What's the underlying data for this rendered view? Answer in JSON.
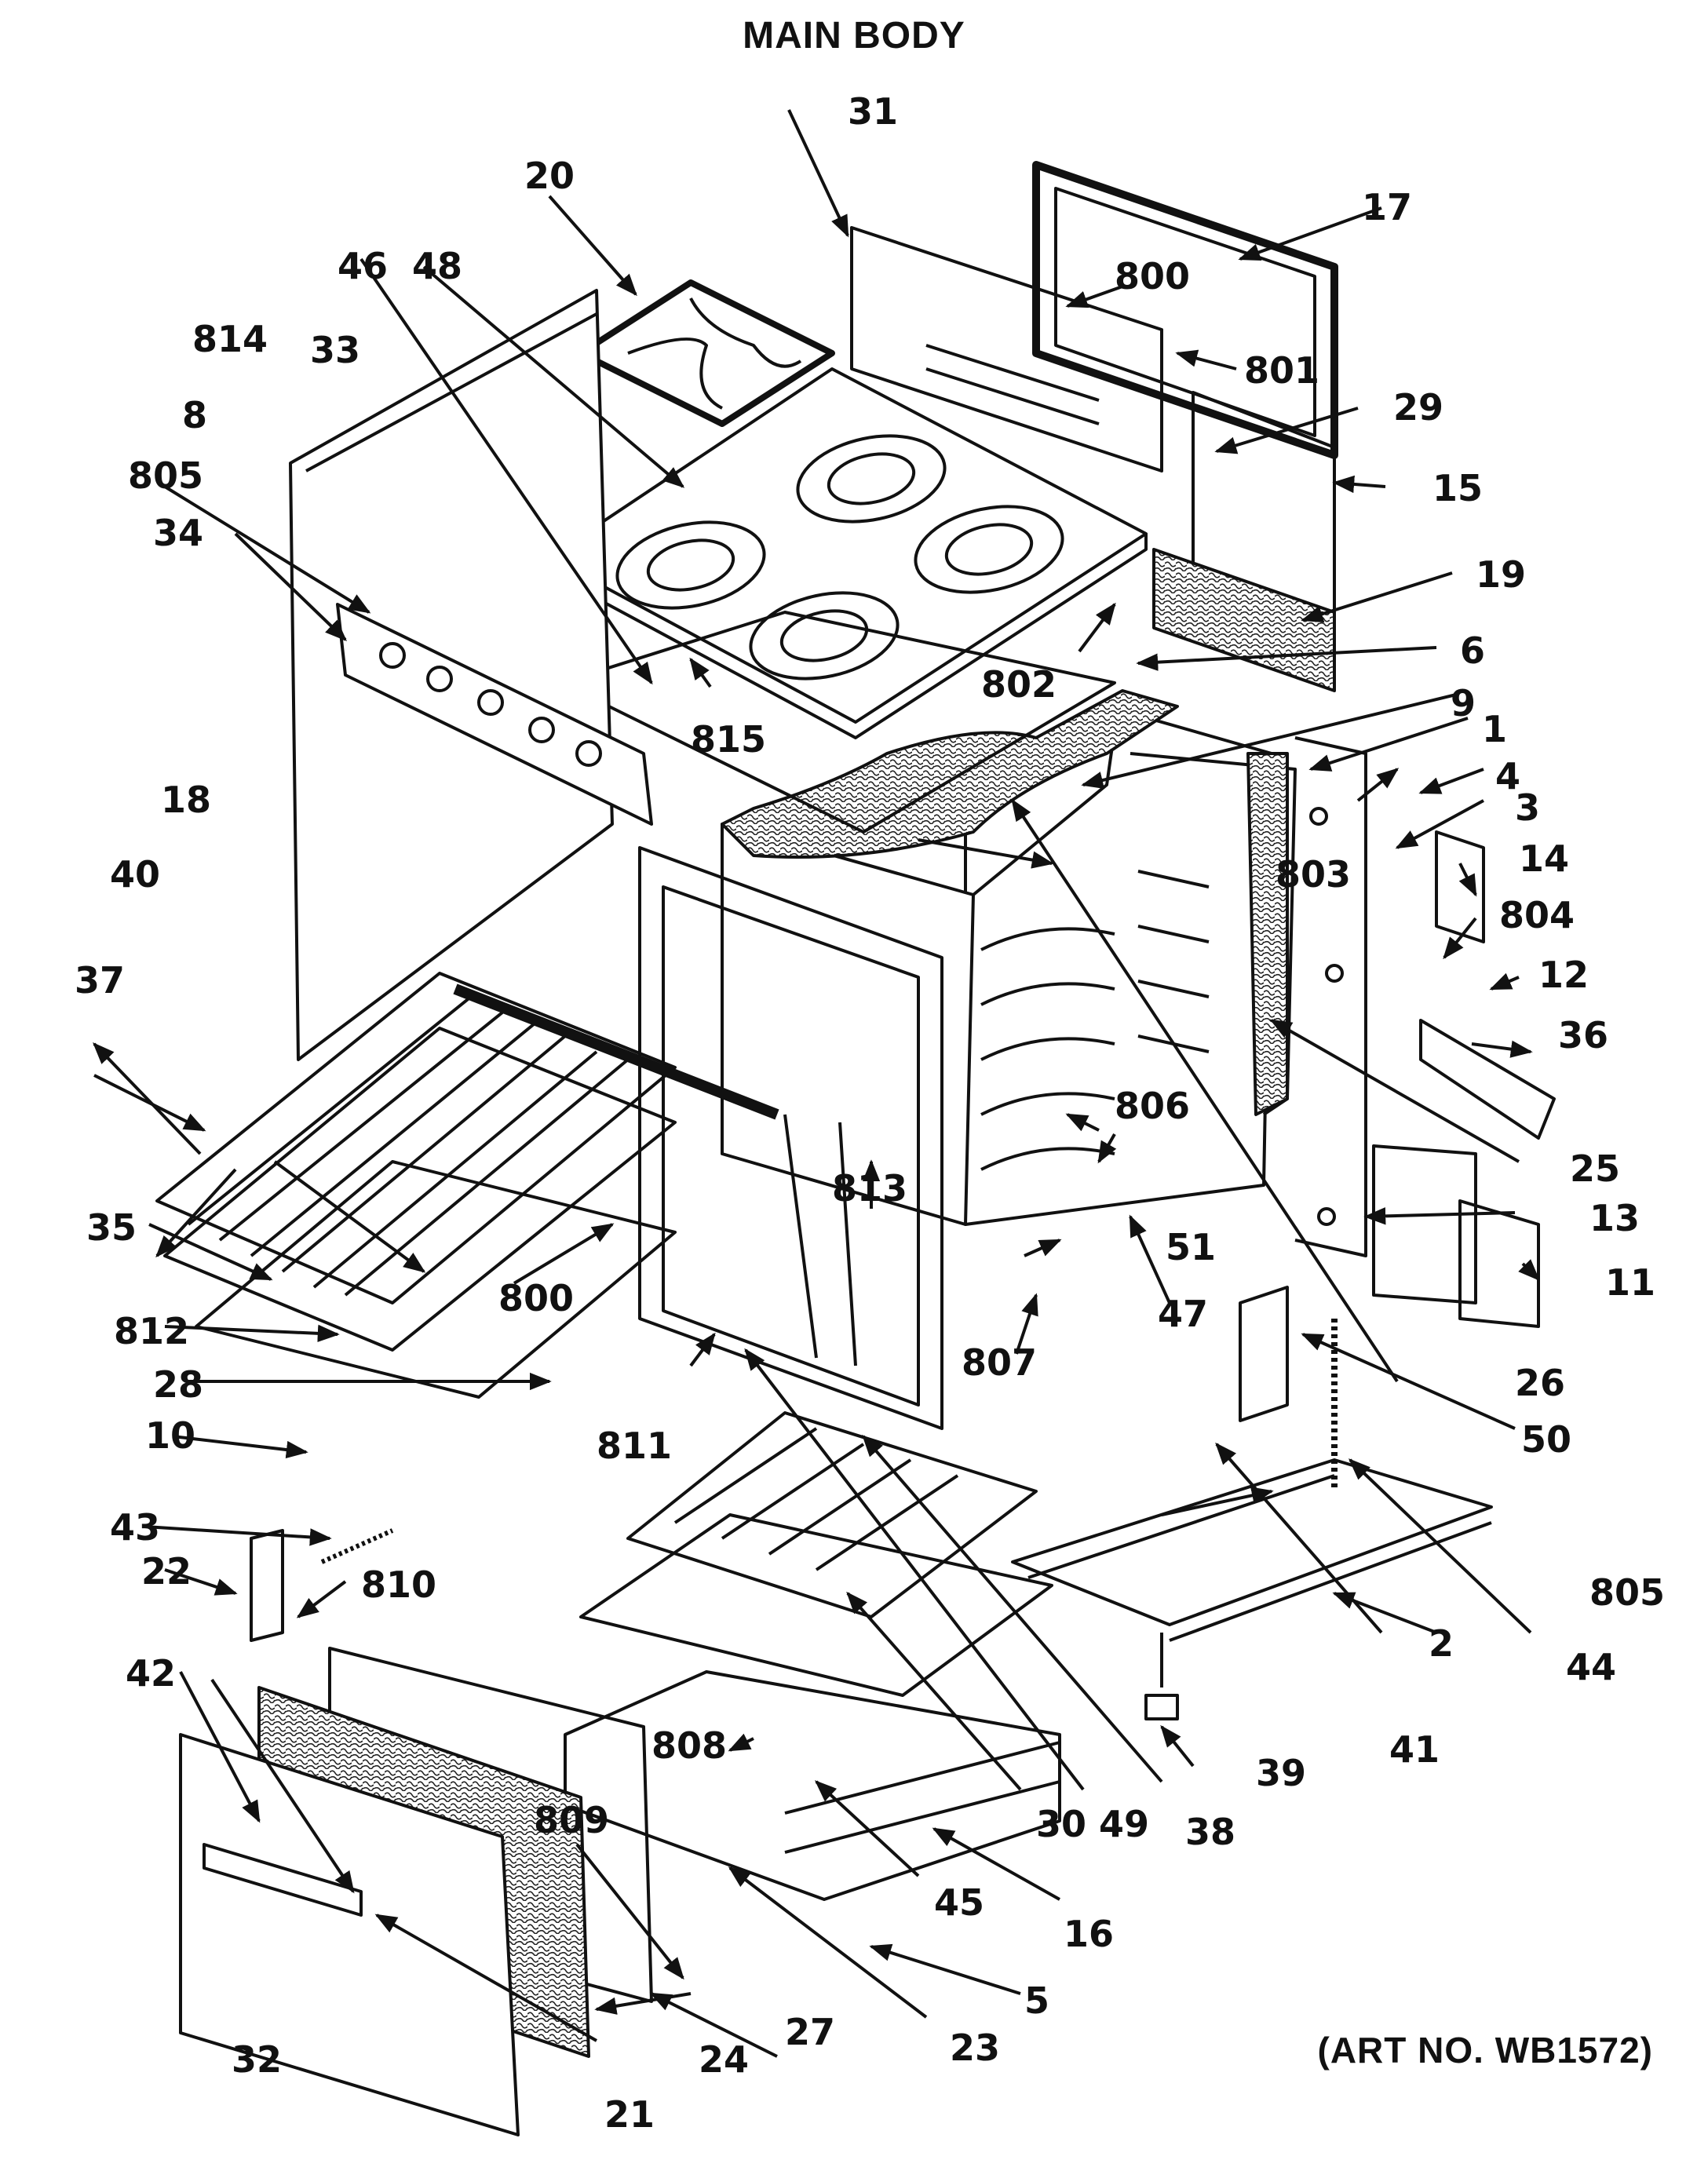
{
  "title": "MAIN BODY",
  "art_number": "(ART NO. WB1572)",
  "callouts": {
    "c1": "1",
    "c2": "2",
    "c3": "3",
    "c4": "4",
    "c5": "5",
    "c6": "6",
    "c8": "8",
    "c9": "9",
    "c10": "10",
    "c11": "11",
    "c12": "12",
    "c13": "13",
    "c14": "14",
    "c15": "15",
    "c16": "16",
    "c17": "17",
    "c18": "18",
    "c19": "19",
    "c20": "20",
    "c21": "21",
    "c22": "22",
    "c23": "23",
    "c24": "24",
    "c25": "25",
    "c26": "26",
    "c27": "27",
    "c28": "28",
    "c29": "29",
    "c30": "30",
    "c31": "31",
    "c32": "32",
    "c33": "33",
    "c34": "34",
    "c35": "35",
    "c36": "36",
    "c37": "37",
    "c38": "38",
    "c39": "39",
    "c40": "40",
    "c41": "41",
    "c42": "42",
    "c43": "43",
    "c44": "44",
    "c45": "45",
    "c46": "46",
    "c47": "47",
    "c48": "48",
    "c49": "49",
    "c50": "50",
    "c51": "51",
    "c800a": "800",
    "c800b": "800",
    "c801": "801",
    "c802": "802",
    "c803": "803",
    "c804": "804",
    "c805a": "805",
    "c805b": "805",
    "c806": "806",
    "c807": "807",
    "c808": "808",
    "c809": "809",
    "c810": "810",
    "c811": "811",
    "c812": "812",
    "c813": "813",
    "c814": "814",
    "c815": "815"
  }
}
